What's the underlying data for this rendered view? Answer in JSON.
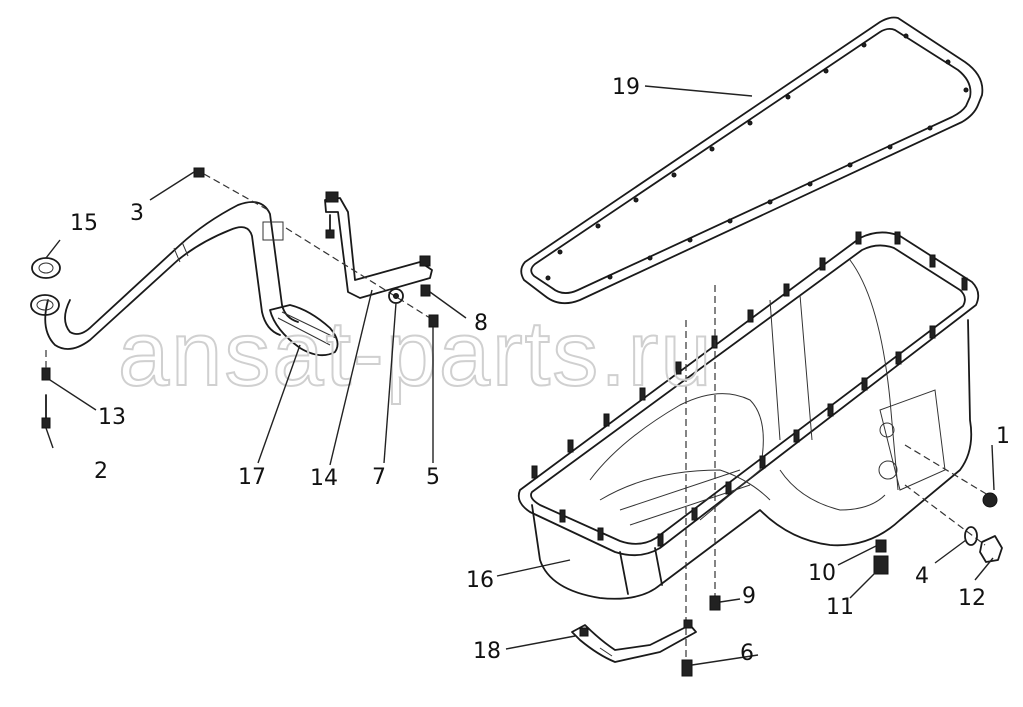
{
  "watermark": "ansat-parts.ru",
  "callouts": [
    {
      "id": "1",
      "label": "1"
    },
    {
      "id": "2",
      "label": "2"
    },
    {
      "id": "3",
      "label": "3"
    },
    {
      "id": "4",
      "label": "4"
    },
    {
      "id": "5",
      "label": "5"
    },
    {
      "id": "6",
      "label": "6"
    },
    {
      "id": "7",
      "label": "7"
    },
    {
      "id": "8",
      "label": "8"
    },
    {
      "id": "9",
      "label": "9"
    },
    {
      "id": "10",
      "label": "10"
    },
    {
      "id": "11",
      "label": "11"
    },
    {
      "id": "12",
      "label": "12"
    },
    {
      "id": "13",
      "label": "13"
    },
    {
      "id": "14",
      "label": "14"
    },
    {
      "id": "15",
      "label": "15"
    },
    {
      "id": "16",
      "label": "16"
    },
    {
      "id": "17",
      "label": "17"
    },
    {
      "id": "18",
      "label": "18"
    },
    {
      "id": "19",
      "label": "19"
    }
  ]
}
